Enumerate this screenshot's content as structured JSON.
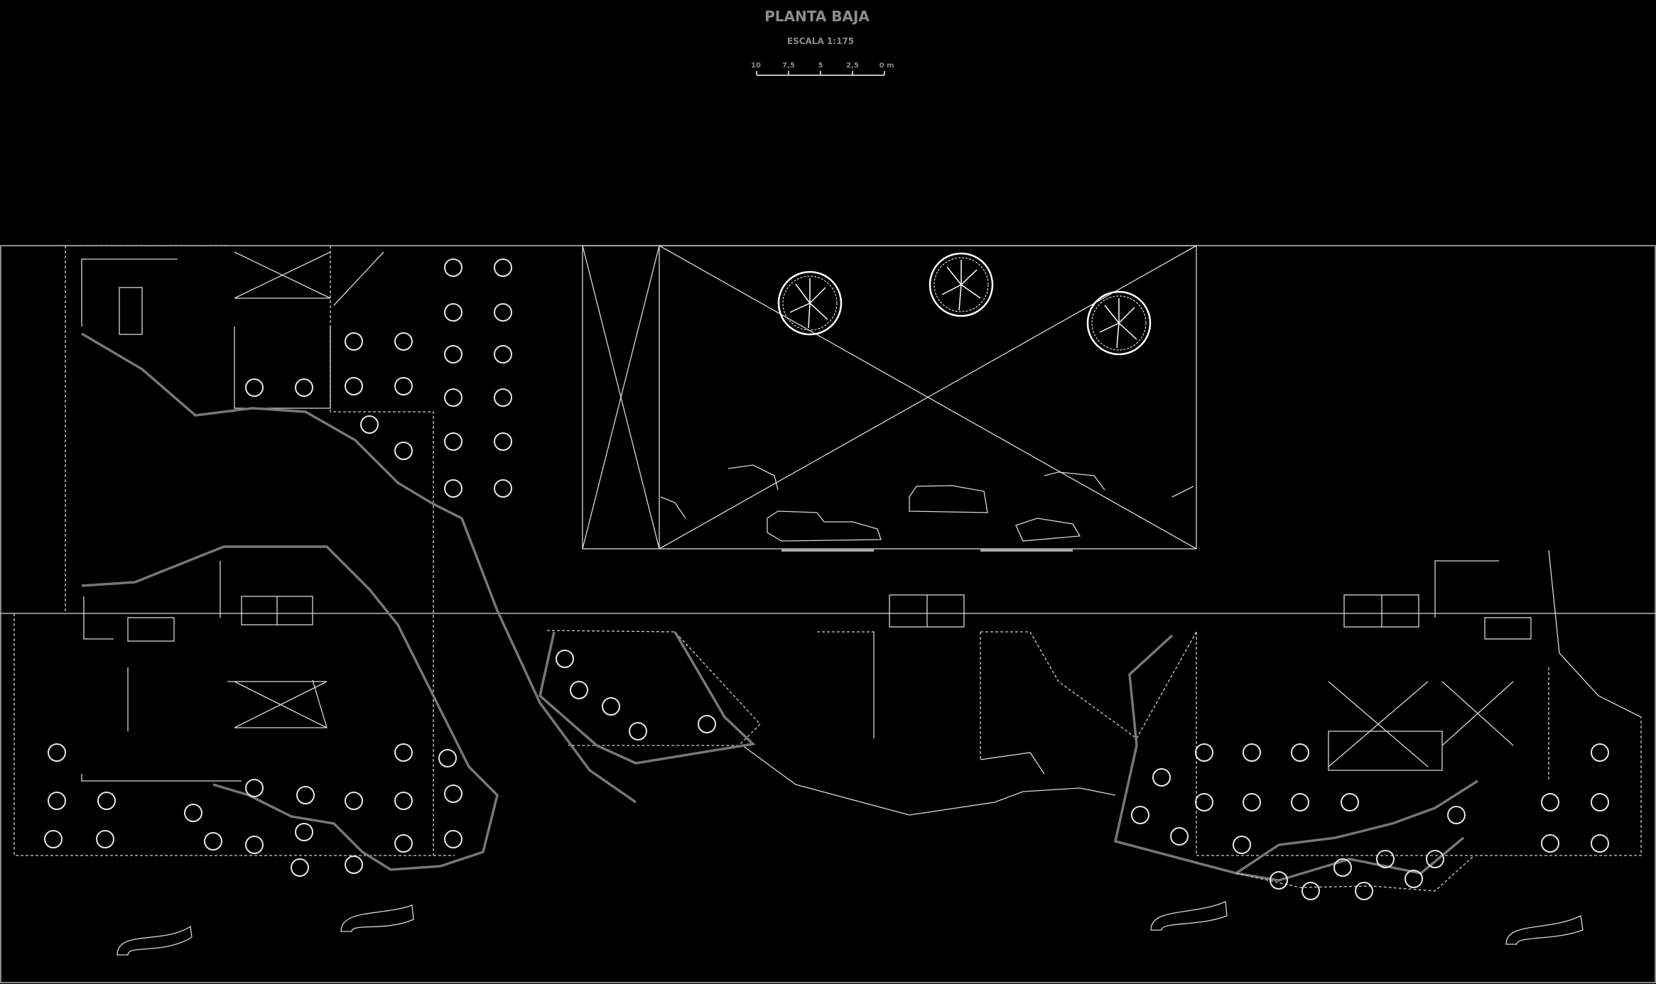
{
  "title": "PLANTA BAJA",
  "scale_text": "ESCALA 1:175",
  "scale_bar": [
    "10",
    "7,5",
    "5",
    "2,5",
    "0 m"
  ],
  "colors": {
    "background": "#000000",
    "lines": "#d8d8d8",
    "paths": "#777777",
    "title": "#8c8c8c"
  }
}
